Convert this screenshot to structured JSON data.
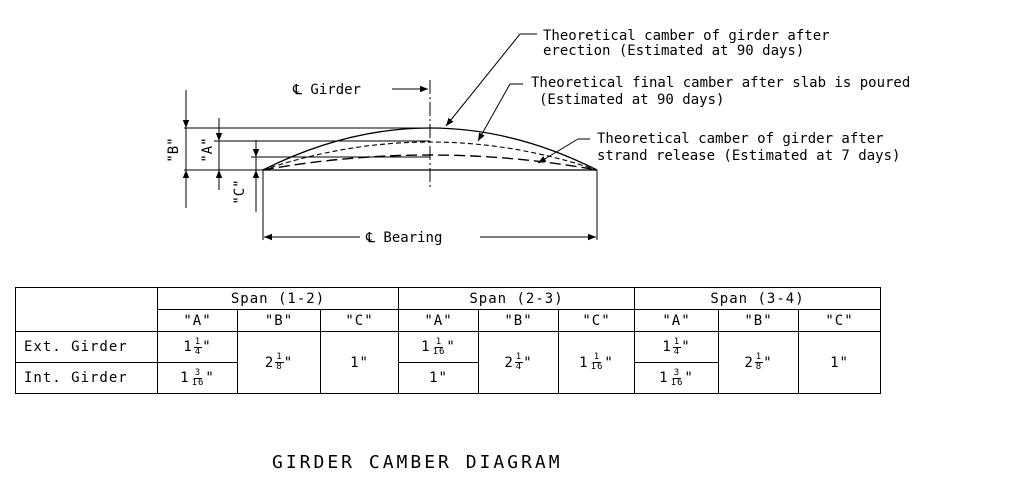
{
  "title": "GIRDER CAMBER DIAGRAM",
  "diagram": {
    "label_girder": "℄ Girder",
    "label_bearing": "℄ Bearing",
    "dim_a": "\"A\"",
    "dim_b": "\"B\"",
    "dim_c": "\"C\"",
    "note_erection_1": "Theoretical camber of girder after",
    "note_erection_2": "erection (Estimated at 90 days)",
    "note_final_1": "Theoretical final camber after slab is poured",
    "note_final_2": "(Estimated at 90 days)",
    "note_release_1": "Theoretical camber of girder after",
    "note_release_2": "strand release (Estimated at 7 days)"
  },
  "table": {
    "spans": [
      "Span (1-2)",
      "Span (2-3)",
      "Span (3-4)"
    ],
    "columns": [
      "\"A\"",
      "\"B\"",
      "\"C\""
    ],
    "rows": [
      "Ext. Girder",
      "Int. Girder"
    ],
    "values": {
      "s1": {
        "a_ext": {
          "whole": "1",
          "num": "1",
          "den": "4",
          "mark": "\""
        },
        "a_int": {
          "whole": "1",
          "num": "3",
          "den": "16",
          "mark": "\""
        },
        "b": {
          "whole": "2",
          "num": "1",
          "den": "8",
          "mark": "\""
        },
        "c": {
          "whole": "1",
          "mark": "\""
        }
      },
      "s2": {
        "a_ext": {
          "whole": "1",
          "num": "1",
          "den": "16",
          "mark": "\""
        },
        "a_int": {
          "whole": "1",
          "mark": "\""
        },
        "b": {
          "whole": "2",
          "num": "1",
          "den": "4",
          "mark": "\""
        },
        "c": {
          "whole": "1",
          "num": "1",
          "den": "16",
          "mark": "\""
        }
      },
      "s3": {
        "a_ext": {
          "whole": "1",
          "num": "1",
          "den": "4",
          "mark": "\""
        },
        "a_int": {
          "whole": "1",
          "num": "3",
          "den": "16",
          "mark": "\""
        },
        "b": {
          "whole": "2",
          "num": "1",
          "den": "8",
          "mark": "\""
        },
        "c": {
          "whole": "1",
          "mark": "\""
        }
      }
    }
  }
}
